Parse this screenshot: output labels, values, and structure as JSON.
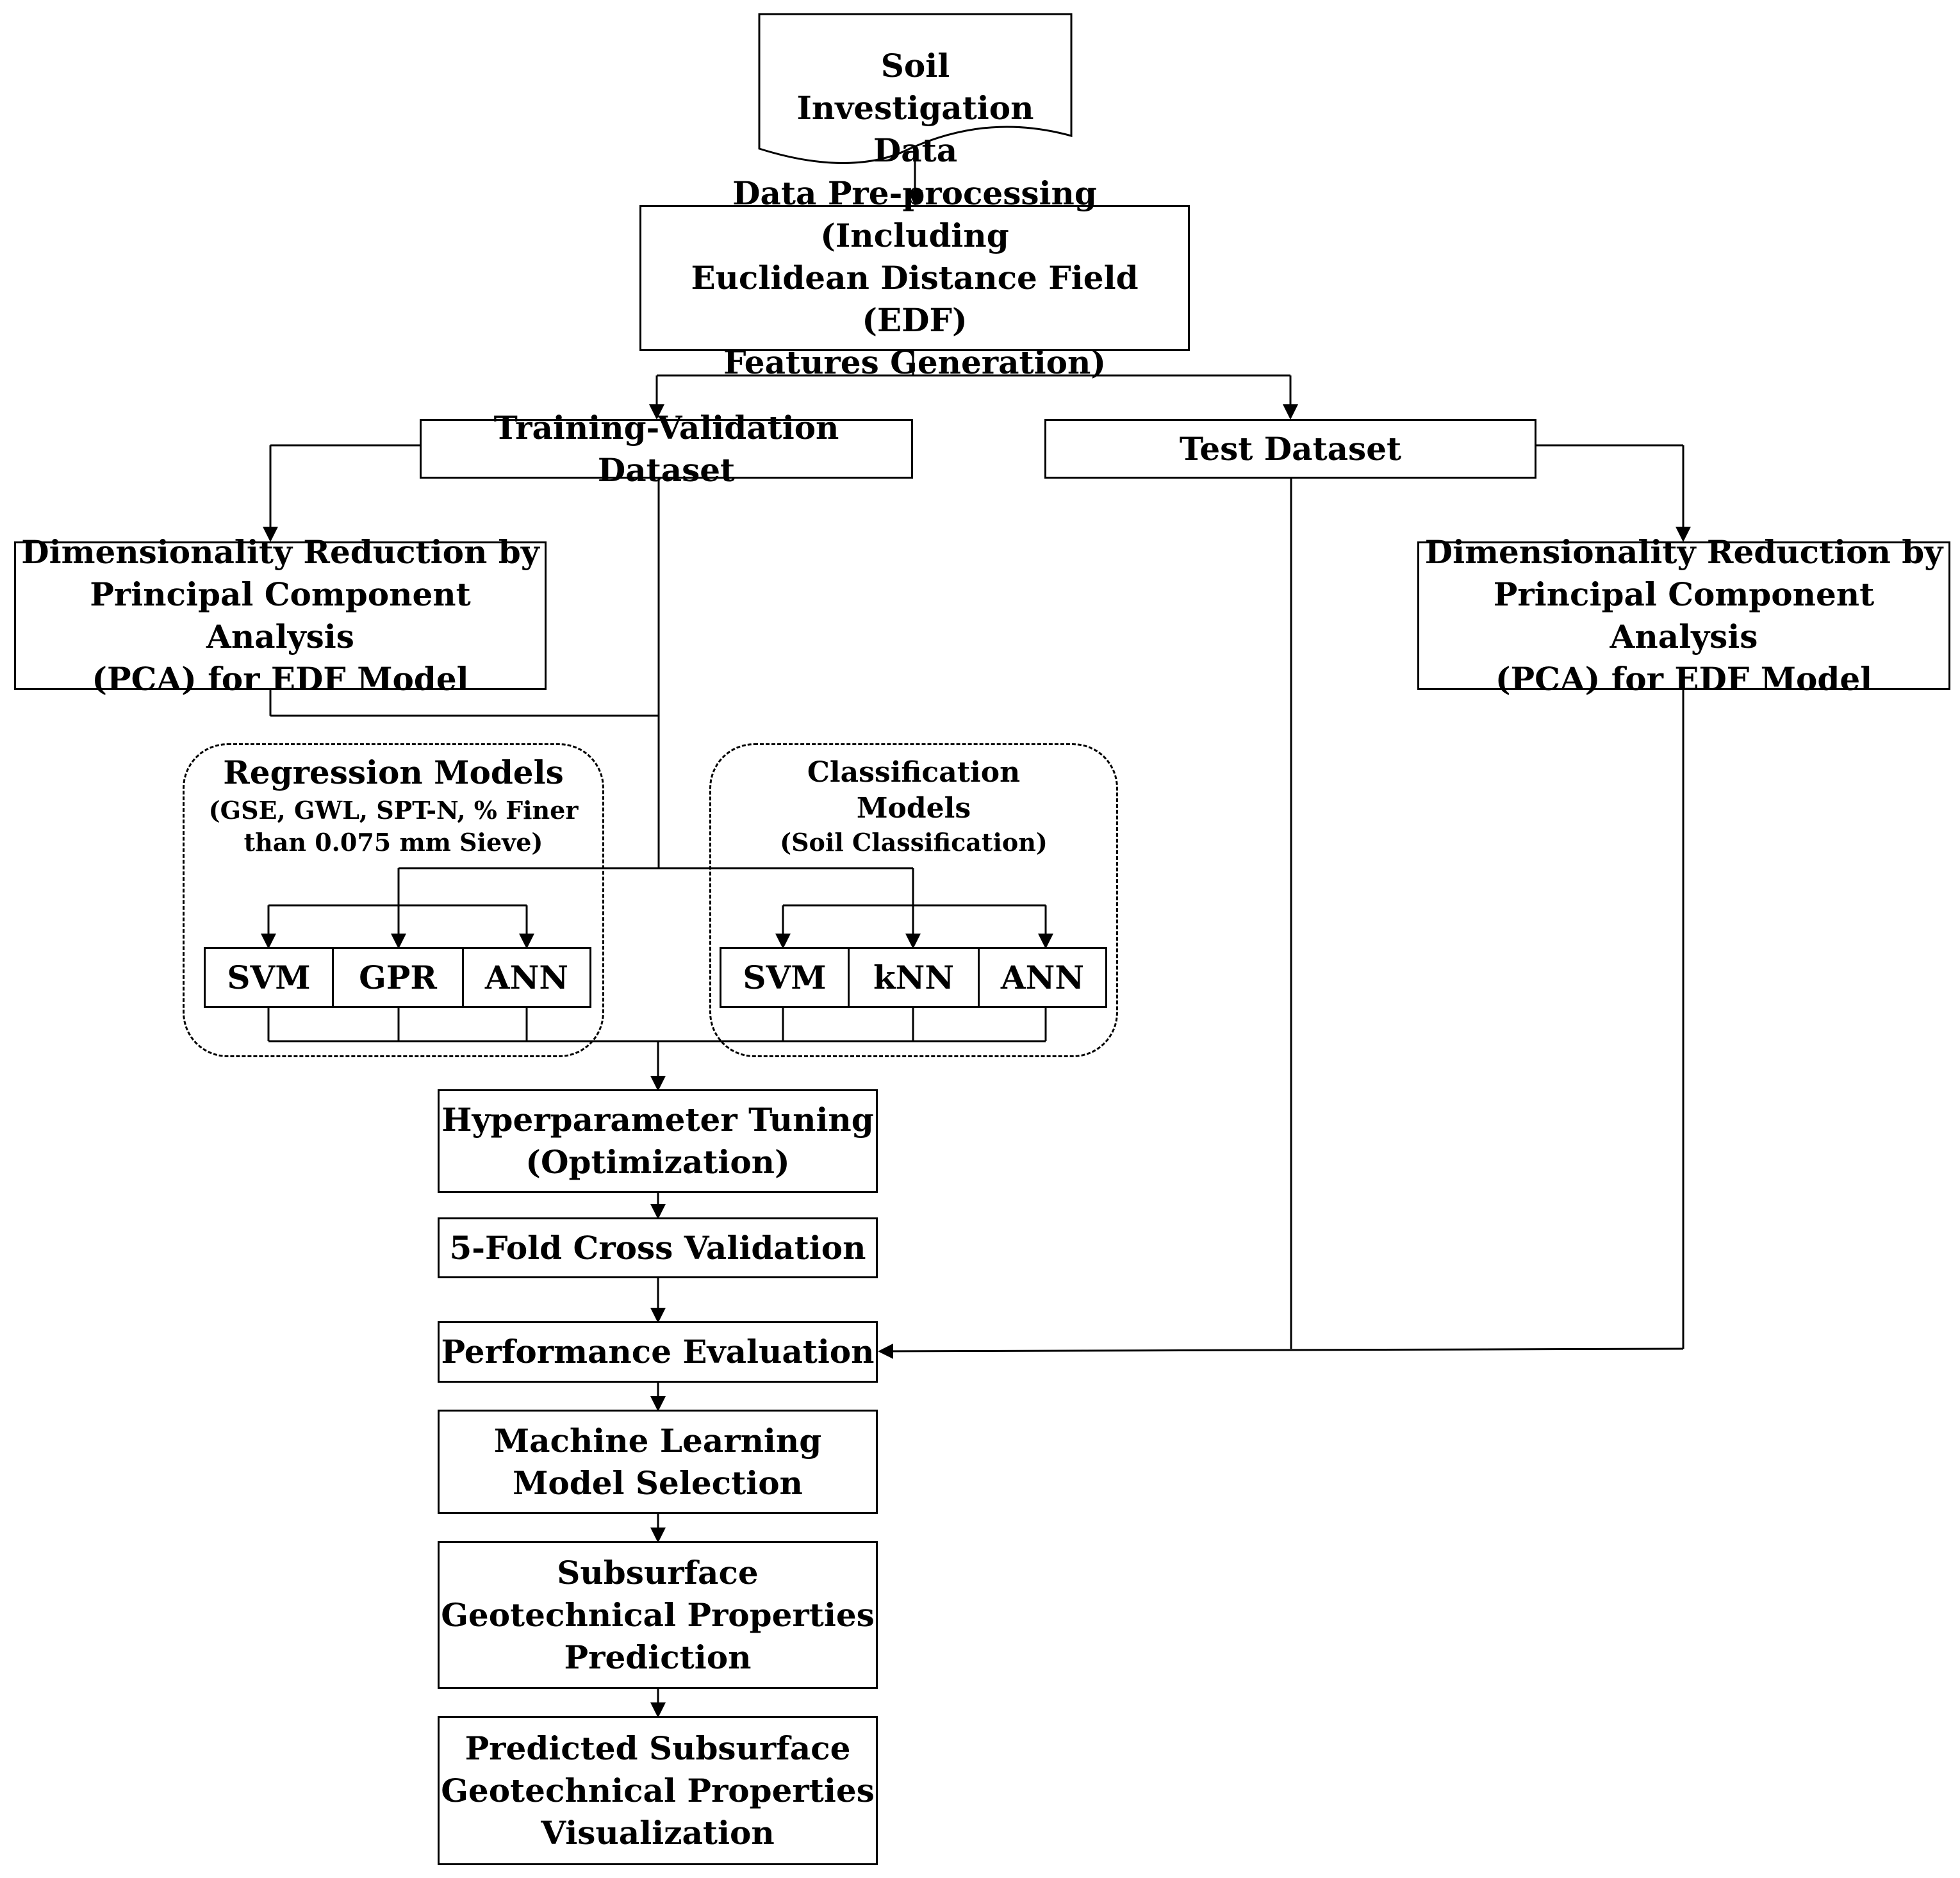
{
  "nodes": {
    "soil_data": [
      "Soil Investigation",
      "Data"
    ],
    "preprocessing": [
      "Data Pre-processing (Including",
      "Euclidean Distance Field (EDF)",
      "Features Generation)"
    ],
    "training_validation": "Training-Validation Dataset",
    "test_dataset": "Test Dataset",
    "pca_left": [
      "Dimensionality  Reduction by",
      "Principal Component Analysis",
      "(PCA) for EDF Model"
    ],
    "pca_right": [
      "Dimensionality  Reduction by",
      "Principal Component Analysis",
      "(PCA) for EDF Model"
    ],
    "hyperparameter": [
      "Hyperparameter Tuning",
      "(Optimization)"
    ],
    "cross_validation": "5-Fold Cross  Validation",
    "performance": "Performance Evaluation",
    "model_selection": [
      "Machine Learning",
      "Model Selection"
    ],
    "prediction": [
      "Subsurface",
      "Geotechnical Properties",
      "Prediction"
    ],
    "visualization": [
      "Predicted Subsurface",
      "Geotechnical Properties",
      "Visualization"
    ]
  },
  "groups": {
    "regression": {
      "title": "Regression Models",
      "subtitle": [
        "(GSE, GWL, SPT-N, % Finer",
        "than 0.075 mm Sieve)"
      ],
      "models": [
        "SVM",
        "GPR",
        "ANN"
      ]
    },
    "classification": {
      "title": [
        "Classification",
        "Models"
      ],
      "subtitle": "(Soil Classification)",
      "models": [
        "SVM",
        "kNN",
        "ANN"
      ]
    }
  },
  "colors": {
    "stroke": "#000000",
    "background": "#ffffff"
  }
}
